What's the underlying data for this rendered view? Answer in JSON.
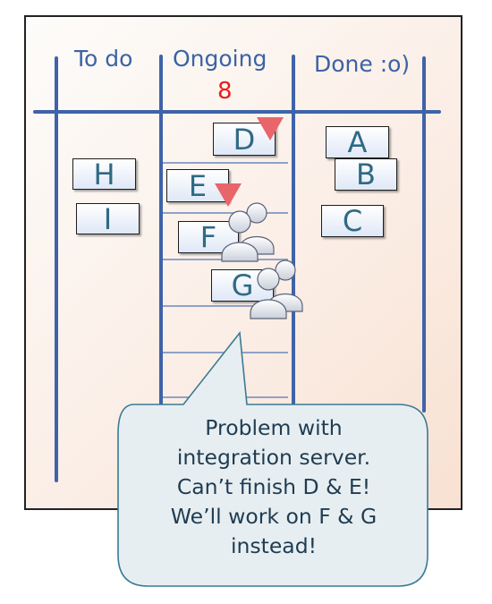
{
  "columns": [
    {
      "title": "To do"
    },
    {
      "title": "Ongoing"
    },
    {
      "title": "Done :o)"
    }
  ],
  "wip_limit": "8",
  "cards": {
    "todo": [
      "H",
      "I"
    ],
    "ongoing": [
      "D",
      "E",
      "F",
      "G"
    ],
    "done": [
      "A",
      "B",
      "C"
    ]
  },
  "blocked_cards": [
    "D",
    "E"
  ],
  "callout": {
    "lines": [
      "Problem with",
      "integration server.",
      "Can’t finish D & E!",
      "We’ll work on F & G",
      "instead!"
    ]
  },
  "colors": {
    "board_lines": "#3f63a8",
    "wip_limit": "#e61e1e",
    "card_text": "#2f6a84",
    "blocker_flag": "#e8656a",
    "callout_fill": "#e7eef1"
  }
}
